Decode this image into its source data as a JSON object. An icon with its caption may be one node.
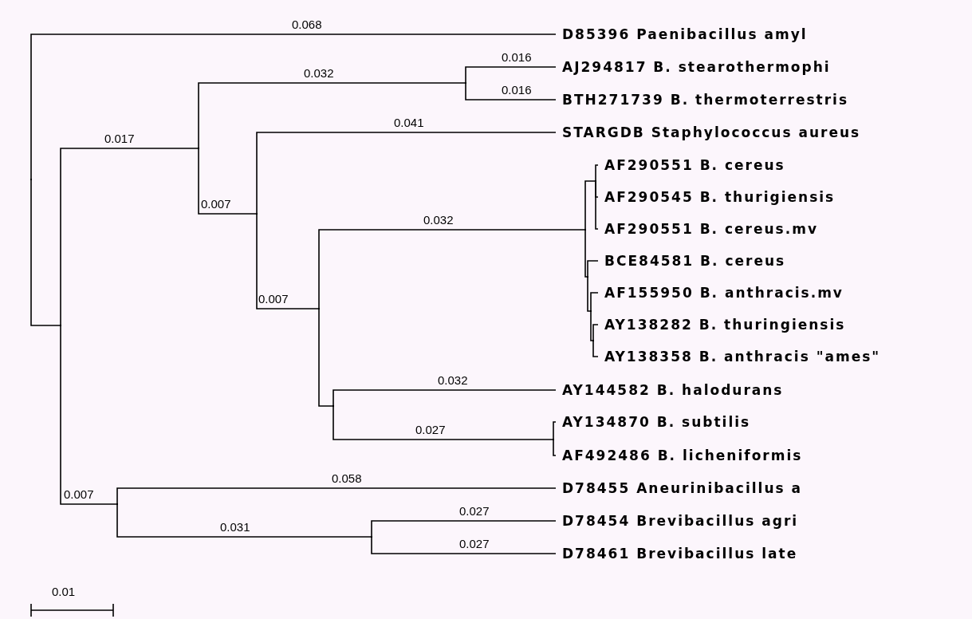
{
  "diagram": {
    "nodes": [
      {
        "text": [
          "D85396 Paenibacillus amyl"
        ]
      },
      {
        "text": [
          "AJ294817 B. stearothermophi"
        ]
      },
      {
        "text": [
          "BTH271739 B. thermoterrestris"
        ]
      },
      {
        "text": [
          "STARGDB Staphylococcus aureus"
        ]
      },
      {
        "text": [
          "AF290551 B. cereus"
        ]
      },
      {
        "text": [
          "AF290545 B. thurigiensis"
        ]
      },
      {
        "text": [
          "AF290551 B. cereus.mv"
        ]
      },
      {
        "text": [
          "BCE84581 B. cereus"
        ]
      },
      {
        "text": [
          "AF155950 B. anthracis.mv"
        ]
      },
      {
        "text": [
          "AY138282 B. thuringiensis"
        ]
      },
      {
        "text": [
          "AY138358 B. anthracis \"ames\""
        ]
      },
      {
        "text": [
          "AY144582 B. halodurans"
        ]
      },
      {
        "text": [
          "AY134870 B. subtilis"
        ]
      },
      {
        "text": [
          "AF492486 B. licheniformis"
        ]
      },
      {
        "text": [
          "D78455 Aneurinibacillus a"
        ]
      },
      {
        "text": [
          "D78454 Brevibacillus agri"
        ]
      },
      {
        "text": [
          "D78461 Brevibacillus late"
        ]
      },
      {
        "text": [],
        "shape": "point"
      },
      {
        "text": [],
        "shape": "point"
      },
      {
        "text": [],
        "shape": "point"
      },
      {
        "text": [],
        "shape": "point"
      },
      {
        "text": [],
        "shape": "point"
      },
      {
        "text": [],
        "shape": "point"
      },
      {
        "text": [],
        "shape": "point"
      },
      {
        "text": [],
        "shape": "point"
      },
      {
        "text": [],
        "shape": "point"
      },
      {
        "text": [],
        "shape": "point"
      },
      {
        "text": [],
        "shape": "point"
      },
      {
        "text": [],
        "shape": "point"
      },
      {
        "text": [],
        "shape": "point"
      },
      {
        "text": [],
        "shape": "point"
      },
      {
        "text": [],
        "shape": "point"
      }
    ],
    "edges": [
      {
        "from": 17,
        "to": 0,
        "arrow": "none",
        "label": "0.068"
      },
      {
        "from": 17,
        "to": 18,
        "arrow": "none"
      },
      {
        "from": 18,
        "to": 19,
        "arrow": "none",
        "label": "0.017"
      },
      {
        "from": 18,
        "to": 30,
        "arrow": "none",
        "label": "0.007"
      },
      {
        "from": 19,
        "to": 20,
        "arrow": "none",
        "label": "0.032"
      },
      {
        "from": 19,
        "to": 21,
        "arrow": "none",
        "label": "0.007"
      },
      {
        "from": 20,
        "to": 1,
        "arrow": "none",
        "label": "0.016"
      },
      {
        "from": 20,
        "to": 2,
        "arrow": "none",
        "label": "0.016"
      },
      {
        "from": 21,
        "to": 3,
        "arrow": "none",
        "label": "0.041"
      },
      {
        "from": 21,
        "to": 22,
        "arrow": "none",
        "label": "0.007"
      },
      {
        "from": 22,
        "to": 23,
        "arrow": "none",
        "label": "0.032"
      },
      {
        "from": 22,
        "to": 28,
        "arrow": "none"
      },
      {
        "from": 23,
        "to": 24,
        "arrow": "none"
      },
      {
        "from": 23,
        "to": 25,
        "arrow": "none"
      },
      {
        "from": 24,
        "to": 4,
        "arrow": "none"
      },
      {
        "from": 24,
        "to": 5,
        "arrow": "none"
      },
      {
        "from": 24,
        "to": 6,
        "arrow": "none"
      },
      {
        "from": 25,
        "to": 7,
        "arrow": "none"
      },
      {
        "from": 25,
        "to": 26,
        "arrow": "none"
      },
      {
        "from": 26,
        "to": 8,
        "arrow": "none"
      },
      {
        "from": 26,
        "to": 27,
        "arrow": "none"
      },
      {
        "from": 27,
        "to": 9,
        "arrow": "none"
      },
      {
        "from": 27,
        "to": 10,
        "arrow": "none"
      },
      {
        "from": 28,
        "to": 11,
        "arrow": "none",
        "label": "0.032"
      },
      {
        "from": 28,
        "to": 29,
        "arrow": "none",
        "label": "0.027"
      },
      {
        "from": 29,
        "to": 12,
        "arrow": "none"
      },
      {
        "from": 29,
        "to": 13,
        "arrow": "none"
      },
      {
        "from": 30,
        "to": 14,
        "arrow": "none",
        "label": "0.058"
      },
      {
        "from": 30,
        "to": 31,
        "arrow": "none",
        "label": "0.031"
      },
      {
        "from": 31,
        "to": 15,
        "arrow": "none",
        "label": "0.027"
      },
      {
        "from": 31,
        "to": 16,
        "arrow": "none",
        "label": "0.027"
      }
    ],
    "labels": [
      "0.01"
    ]
  }
}
